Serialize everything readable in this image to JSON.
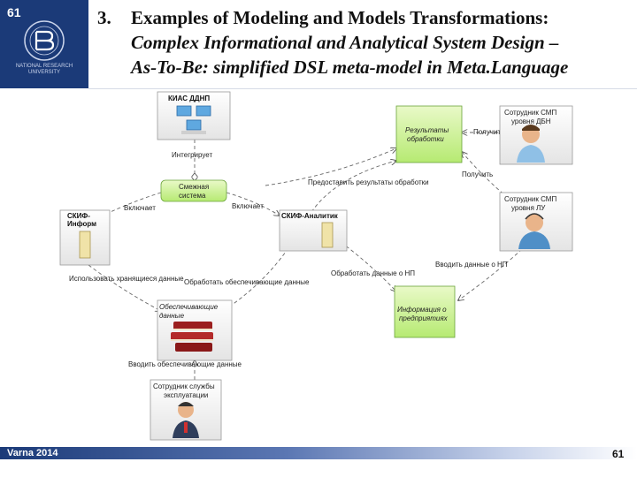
{
  "slide": {
    "number_top": "61",
    "number_bottom": "61",
    "footer": "Varna 2014",
    "logo_text": "NATIONAL RESEARCH\nUNIVERSITY"
  },
  "title": {
    "number": "3.",
    "line1": "Examples of Modeling and Models Transformations:",
    "line2": "Complex Informational and Analytical System Design –",
    "line3": "As-To-Be: simplified DSL meta-model in Meta.Language"
  },
  "diagram": {
    "nodes": {
      "kias": "КИАС ДДНП",
      "smezh_l1": "Смежная",
      "smezh_l2": "система",
      "skif_inform_l1": "СКИФ-",
      "skif_inform_l2": "Информ",
      "skif_analitik": "СКИФ-Аналитик",
      "results_l1": "Результаты",
      "results_l2": "обработки",
      "info_l1": "Информация о",
      "info_l2": "предприятиях",
      "support_l1": "Обеспечивающие",
      "support_l2": "данные",
      "emp1_l1": "Сотрудник СМП",
      "emp1_l2": "уровня ДБН",
      "emp2_l1": "Сотрудник СМП",
      "emp2_l2": "уровня ЛУ",
      "emp3_l1": "Сотрудник службы",
      "emp3_l2": "эксплуатации"
    },
    "edges": {
      "integrated": "Интегрирует",
      "includes": "Включает",
      "includes2": "Включает",
      "provide_results": "Предоставить результаты обработки",
      "receive1": "Получить",
      "receive2": "Получить",
      "use_stored": "Использовать хранящиеся данные",
      "process_support": "Обработать обеспечивающие данные",
      "process_np": "Обработать данные о НП",
      "enter_np": "Вводить данные о НП",
      "enter_support": "Вводить обеспечивающие данные"
    }
  }
}
